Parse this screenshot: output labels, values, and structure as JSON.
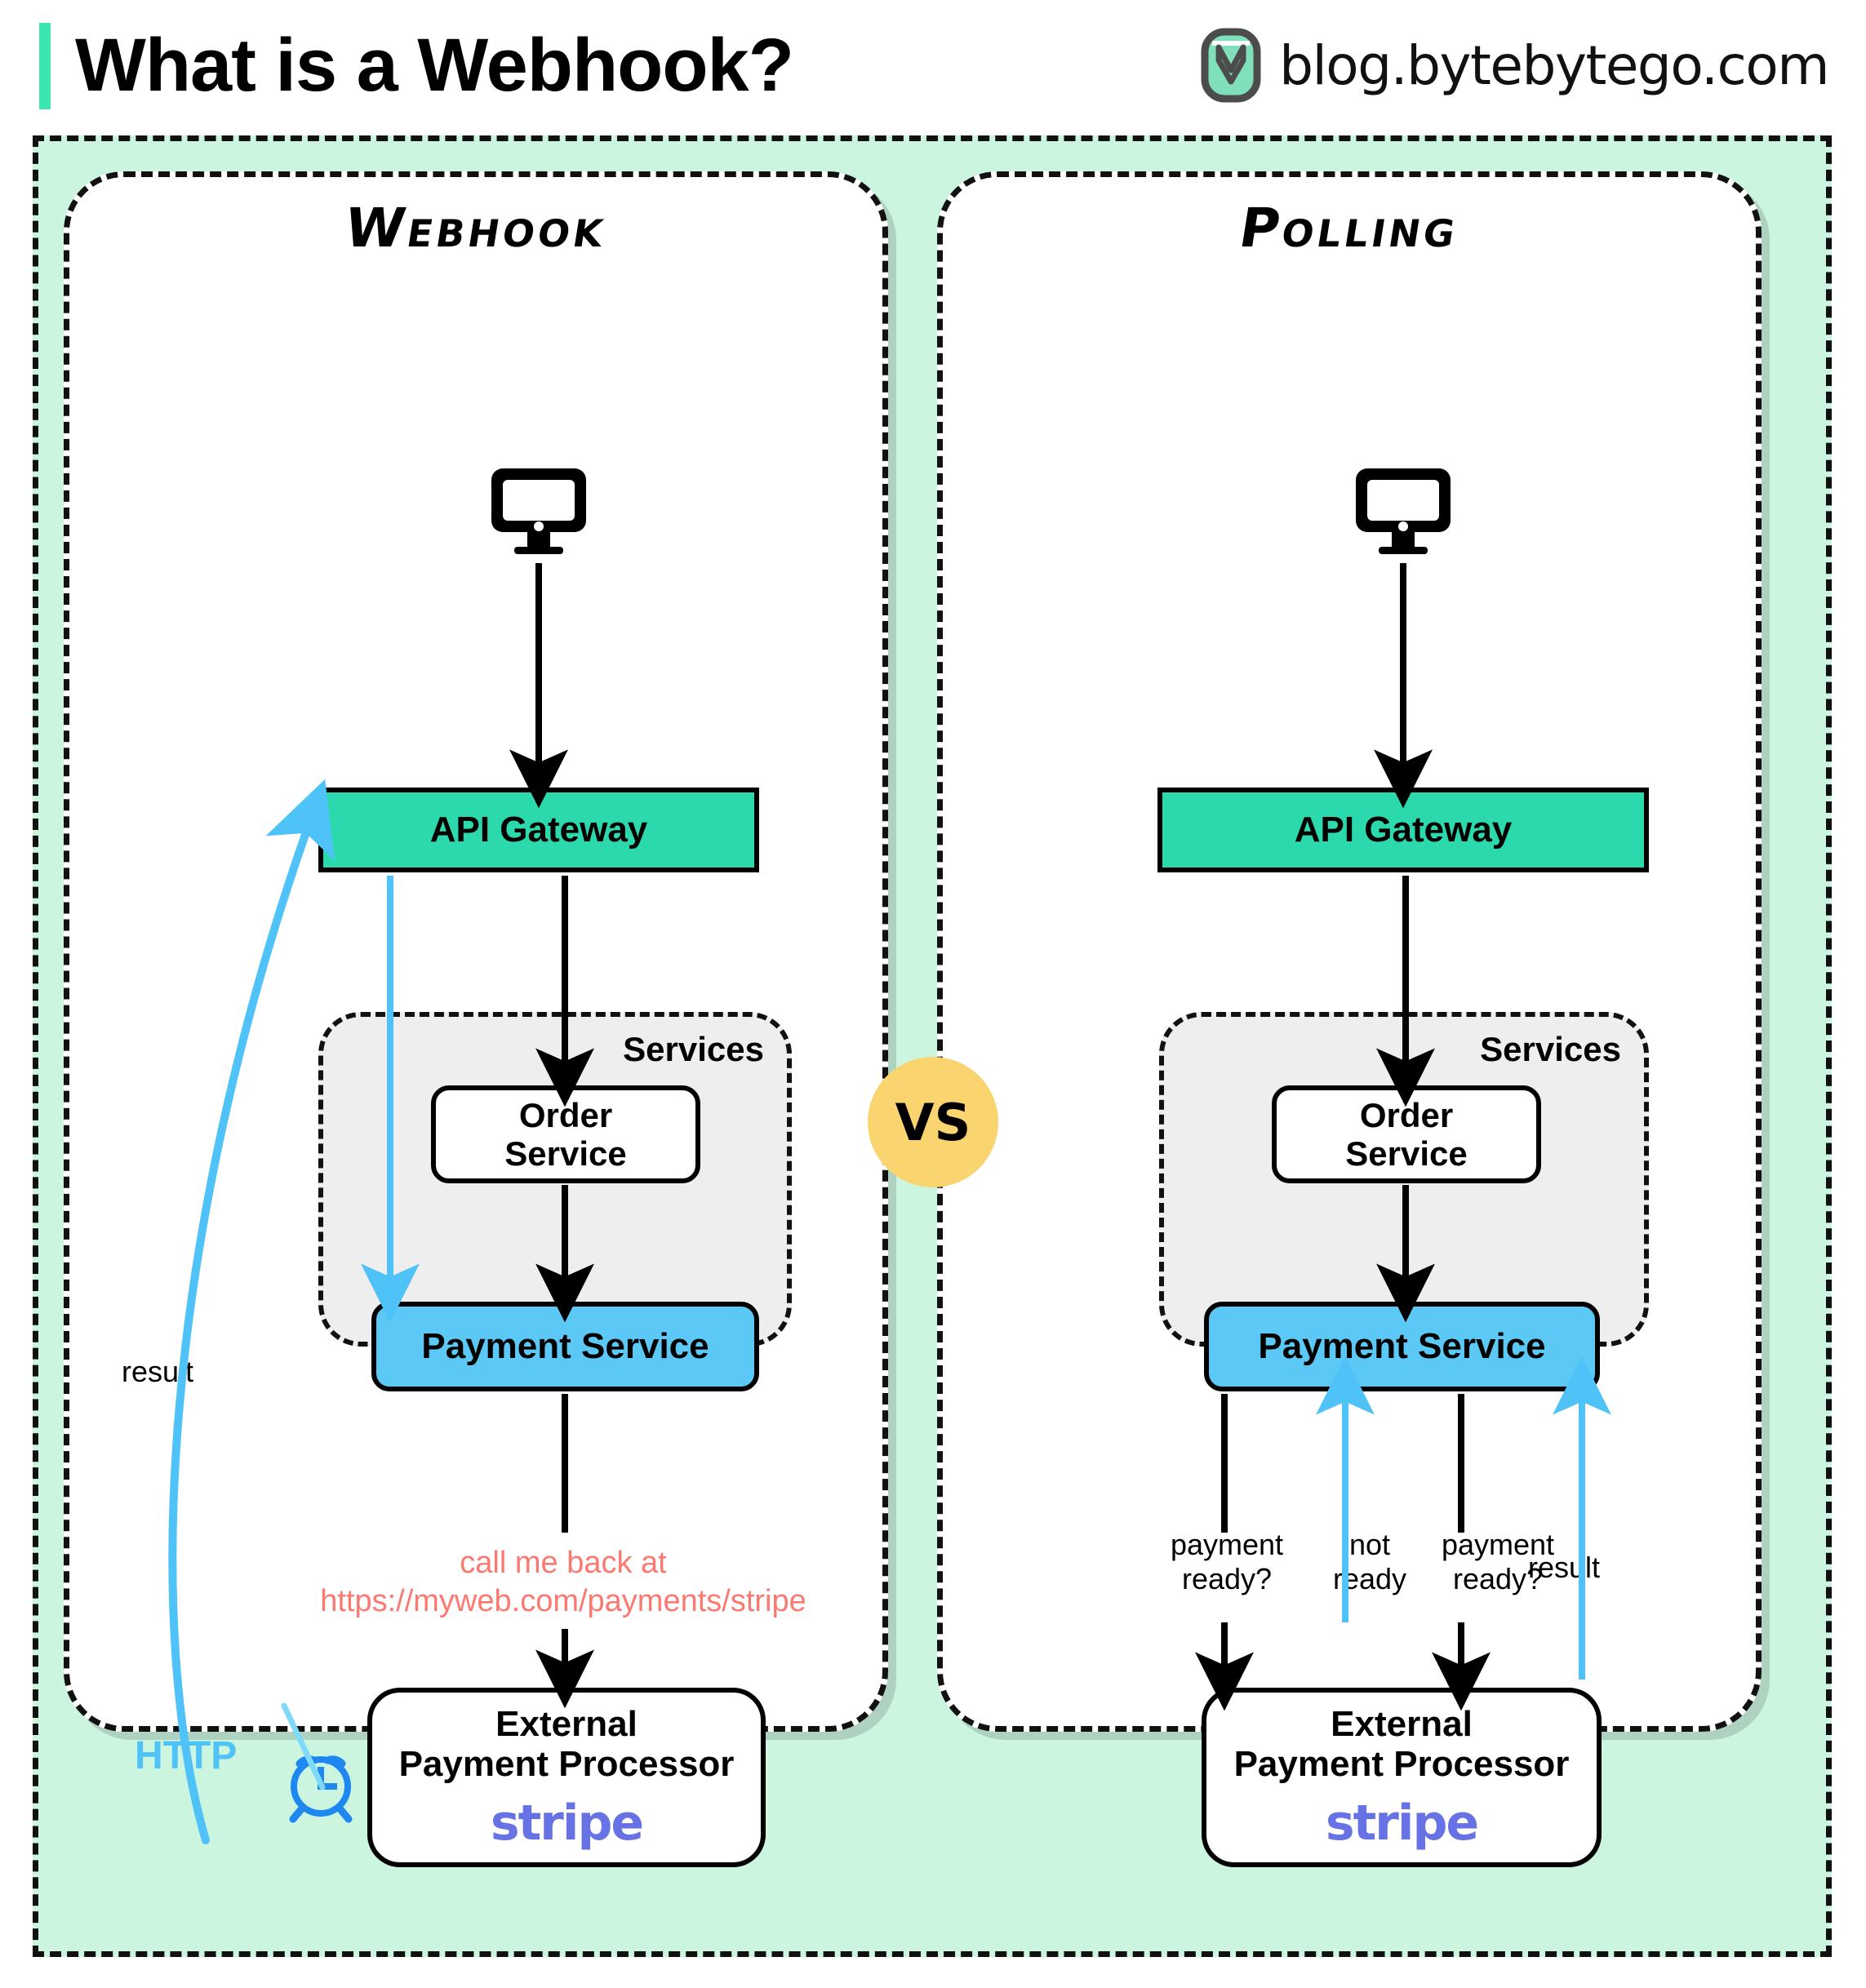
{
  "header": {
    "title": "What is a Webhook?",
    "brand": "blog.bytebytego.com",
    "accent_color": "#3de6b0"
  },
  "colors": {
    "outer_panel_bg": "#ccf5e0",
    "gateway": "#2bd9ac",
    "payment_service": "#5bc8f5",
    "services_bg": "#eeeeee",
    "vs_badge": "#fad46e",
    "callback_text": "#fa7a72",
    "http_blue": "#4fc3f7",
    "clock_blue": "#1e88f0",
    "stripe_purple": "#6772e5"
  },
  "vs_badge": "VS",
  "webhook": {
    "title": "Webhook",
    "client_icon": "monitor-icon",
    "gateway": "API Gateway",
    "services_label": "Services",
    "order_service": "Order\nService",
    "order_service_line1": "Order",
    "order_service_line2": "Service",
    "payment_service": "Payment Service",
    "callback_line1": "call me back at",
    "callback_line2": "https://myweb.com/payments/stripe",
    "processor_line1": "External",
    "processor_line2": "Payment Processor",
    "processor_logo": "stripe",
    "result_label": "result",
    "http_label": "HTTP",
    "clock_icon": "alarm-clock-icon"
  },
  "polling": {
    "title": "Polling",
    "client_icon": "monitor-icon",
    "gateway": "API Gateway",
    "services_label": "Services",
    "order_service_line1": "Order",
    "order_service_line2": "Service",
    "payment_service": "Payment Service",
    "processor_line1": "External",
    "processor_line2": "Payment Processor",
    "processor_logo": "stripe",
    "flow_labels": [
      {
        "line1": "payment",
        "line2": "ready?",
        "direction": "down",
        "color": "#000000"
      },
      {
        "line1": "not",
        "line2": "ready",
        "direction": "up",
        "color": "#4fc3f7"
      },
      {
        "line1": "payment",
        "line2": "ready?",
        "direction": "down",
        "color": "#000000"
      },
      {
        "line1": "result",
        "line2": "",
        "direction": "up",
        "color": "#4fc3f7"
      }
    ]
  }
}
